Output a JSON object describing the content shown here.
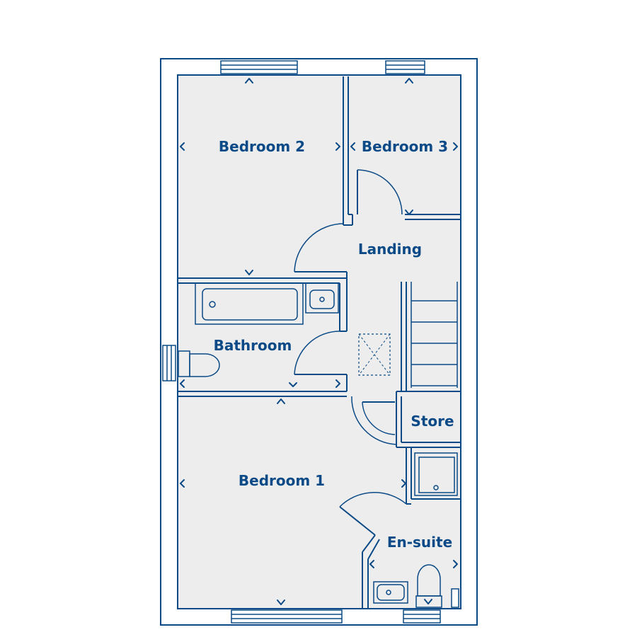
{
  "rooms": {
    "bedroom2": "Bedroom 2",
    "bedroom3": "Bedroom 3",
    "landing": "Landing",
    "bathroom": "Bathroom",
    "store": "Store",
    "bedroom1": "Bedroom 1",
    "ensuite": "En-suite"
  },
  "colors": {
    "line": "#0b4a86",
    "floor": "#ededed",
    "background": "#ffffff"
  }
}
